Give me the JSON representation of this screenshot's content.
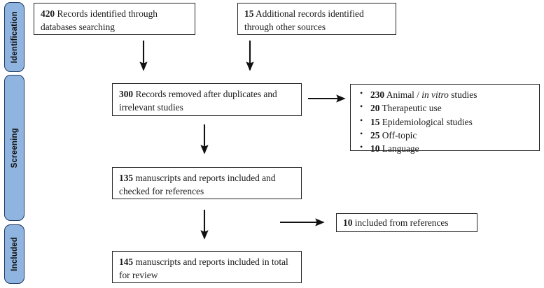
{
  "diagram": {
    "title": "PRISMA study selection flow diagram",
    "colors": {
      "phase_bar_fill": "#8FB4DF",
      "phase_bar_border": "#1F3864",
      "box_border": "#262626",
      "text": "#1a1a1a",
      "background": "#ffffff"
    },
    "phases": [
      {
        "id": "identification",
        "label": "Identification"
      },
      {
        "id": "screening",
        "label": "Screening"
      },
      {
        "id": "included",
        "label": "Included"
      }
    ],
    "boxes": {
      "records_identified": {
        "count": "420",
        "text": "Records identified through databases searching"
      },
      "additional_records": {
        "count": "15",
        "text": "Additional records identified through other sources"
      },
      "records_removed": {
        "count": "300",
        "text": "Records removed after duplicates and irrelevant studies"
      },
      "manuscripts_checked": {
        "count": "135",
        "text": "manuscripts and reports included and checked for references"
      },
      "included_from_references": {
        "count": "10",
        "text": "included from references"
      },
      "total_for_review": {
        "count": "145",
        "text": "manuscripts and reports included in total for review"
      }
    },
    "exclusion_reasons": {
      "items": [
        {
          "count": "230",
          "pre": "Animal /",
          "italic": "in vitro",
          "post": "studies"
        },
        {
          "count": "20",
          "pre": "Therapeutic use",
          "italic": "",
          "post": ""
        },
        {
          "count": "15",
          "pre": "Epidemiological studies",
          "italic": "",
          "post": ""
        },
        {
          "count": "25",
          "pre": "Off-topic",
          "italic": "",
          "post": ""
        },
        {
          "count": "10",
          "pre": "Language",
          "italic": "",
          "post": ""
        }
      ]
    },
    "arrows": [
      {
        "id": "arrow-identified-to-removed",
        "direction": "down"
      },
      {
        "id": "arrow-additional-to-removed",
        "direction": "down"
      },
      {
        "id": "arrow-removed-to-exclusions",
        "direction": "right"
      },
      {
        "id": "arrow-removed-to-checked",
        "direction": "down"
      },
      {
        "id": "arrow-checked-to-references",
        "direction": "right"
      },
      {
        "id": "arrow-checked-to-total",
        "direction": "down"
      }
    ]
  }
}
